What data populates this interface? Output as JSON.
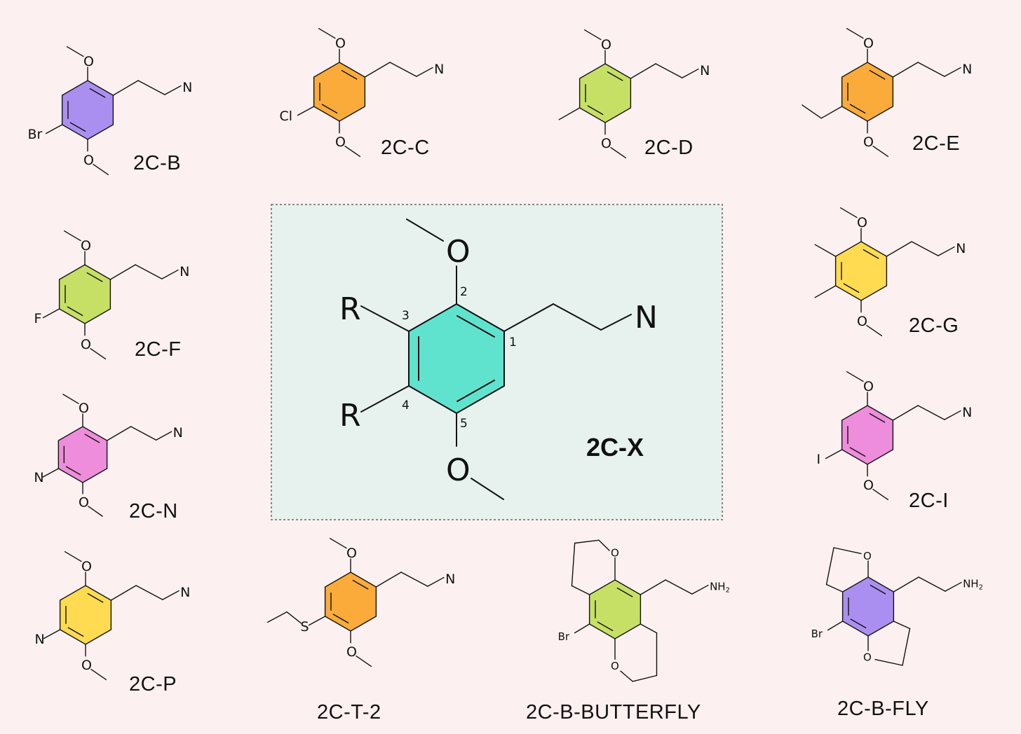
{
  "center": {
    "label": "2C-X",
    "r_top": "R",
    "r_bottom": "R",
    "oxygen_top": "O",
    "oxygen_bottom": "O",
    "nitrogen": "N",
    "position_1": "1",
    "position_2": "2",
    "position_3": "3",
    "position_4": "4",
    "position_5": "5",
    "ring_color": "#5fe3cf",
    "box_color": "#e7f2ee"
  },
  "molecules": [
    {
      "name": "2C-B",
      "ring_color": "#ab8ff0",
      "substituent": "Br"
    },
    {
      "name": "2C-C",
      "ring_color": "#faab3a",
      "substituent": "Cl"
    },
    {
      "name": "2C-D",
      "ring_color": "#c6e066",
      "substituent": ""
    },
    {
      "name": "2C-E",
      "ring_color": "#faab3a",
      "substituent": ""
    },
    {
      "name": "2C-F",
      "ring_color": "#c6e066",
      "substituent": "F"
    },
    {
      "name": "2C-G",
      "ring_color": "#ffdb52",
      "substituent": ""
    },
    {
      "name": "2C-N",
      "ring_color": "#ee8ddc",
      "substituent": "N"
    },
    {
      "name": "2C-I",
      "ring_color": "#ee8ddc",
      "substituent": "I"
    },
    {
      "name": "2C-P",
      "ring_color": "#ffdb52",
      "substituent": "N"
    },
    {
      "name": "2C-T-2",
      "ring_color": "#faab3a",
      "substituent": "S"
    },
    {
      "name": "2C-B-BUTTERFLY",
      "ring_color": "#c6e066",
      "substituent": "Br"
    },
    {
      "name": "2C-B-FLY",
      "ring_color": "#ab8ff0",
      "substituent": "Br"
    }
  ],
  "atoms": {
    "oxygen": "O",
    "nitrogen": "N",
    "amine": "NH",
    "amine_sub": "2"
  }
}
